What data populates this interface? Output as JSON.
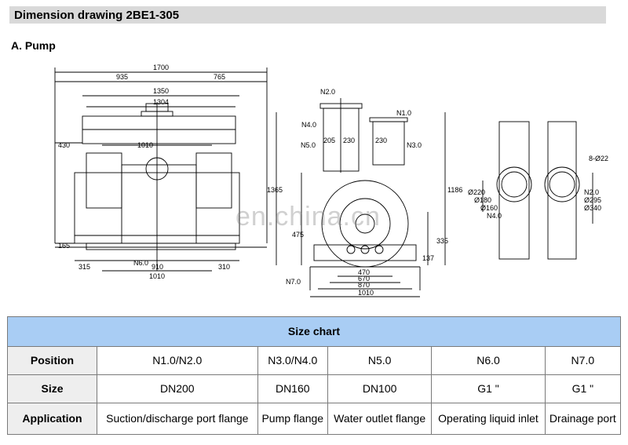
{
  "header": {
    "title": "Dimension drawing 2BE1-305"
  },
  "section": {
    "label": "A.  Pump"
  },
  "drawing": {
    "front_dims": [
      "1700",
      "935",
      "765",
      "1350",
      "1304",
      "1010",
      "430",
      "165",
      "315",
      "910",
      "310",
      "1010",
      "N6.0"
    ],
    "side_dims": [
      "N2.0",
      "N1.0",
      "N4.0",
      "N5.0",
      "N3.0",
      "205",
      "230",
      "230",
      "1365",
      "1186",
      "475",
      "335",
      "137",
      "470",
      "670",
      "870",
      "1010",
      "N7.0"
    ],
    "flange_dims": [
      "8-Ø22",
      "Ø220",
      "Ø180",
      "Ø160",
      "N4.0",
      "N2.0",
      "Ø295",
      "Ø340"
    ],
    "watermark": "en.china.cn"
  },
  "size_chart": {
    "title": "Size chart",
    "rows": [
      {
        "label": "Position",
        "cells": [
          "N1.0/N2.0",
          "N3.0/N4.0",
          "N5.0",
          "N6.0",
          "N7.0"
        ]
      },
      {
        "label": "Size",
        "cells": [
          "DN200",
          "DN160",
          "DN100",
          "G1 \"",
          "G1 \""
        ]
      },
      {
        "label": "Application",
        "cells": [
          "Suction/discharge port flange",
          "Pump flange",
          "Water outlet flange",
          "Operating liquid inlet",
          "Drainage port"
        ]
      }
    ]
  }
}
